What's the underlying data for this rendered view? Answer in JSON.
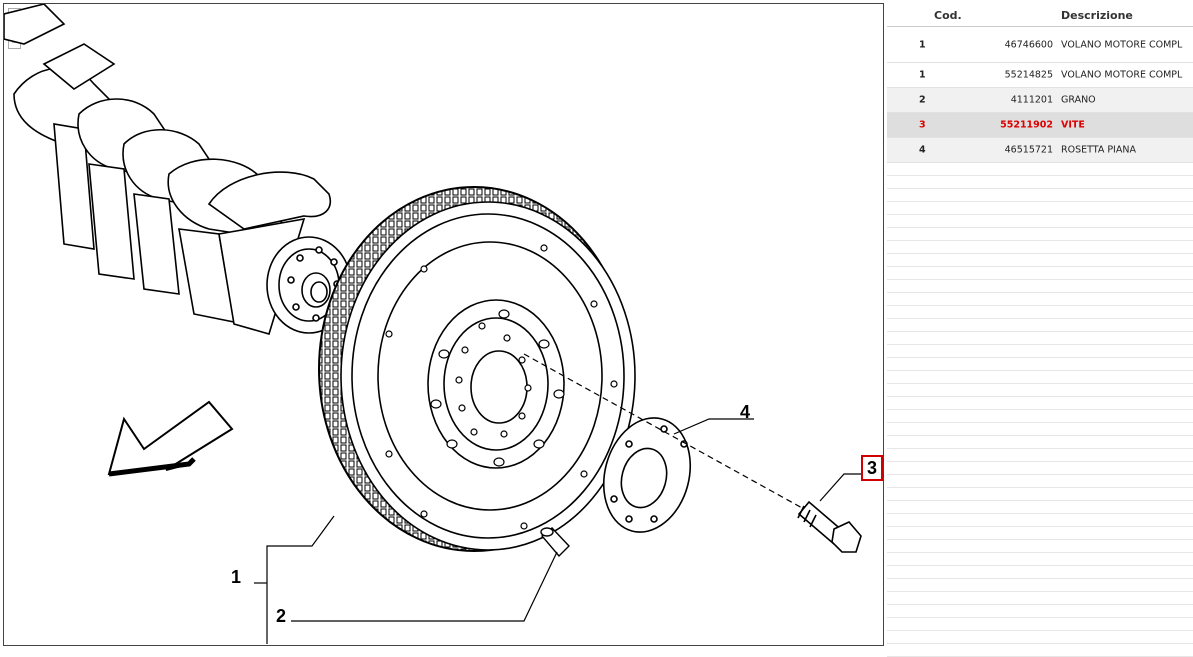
{
  "diagram": {
    "callouts": [
      "1",
      "2",
      "3",
      "4"
    ],
    "highlight_color": "#d00000",
    "zoom_tools": [
      "select-icon",
      "zoom-in-icon",
      "zoom-out-icon"
    ]
  },
  "parts_table": {
    "headers": {
      "number": "",
      "code": "Cod.",
      "description": "Descrizione"
    },
    "rows": [
      {
        "no": "1",
        "code": "46746600",
        "desc": "VOLANO MOTORE COMPL",
        "selected": false
      },
      {
        "no": "1",
        "code": "55214825",
        "desc": "VOLANO MOTORE COMPL",
        "selected": false
      },
      {
        "no": "2",
        "code": "4111201",
        "desc": "GRANO",
        "selected": false
      },
      {
        "no": "3",
        "code": "55211902",
        "desc": "VITE",
        "selected": true
      },
      {
        "no": "4",
        "code": "46515721",
        "desc": "ROSETTA PIANA",
        "selected": false
      }
    ],
    "selected_color": "#d00000"
  }
}
